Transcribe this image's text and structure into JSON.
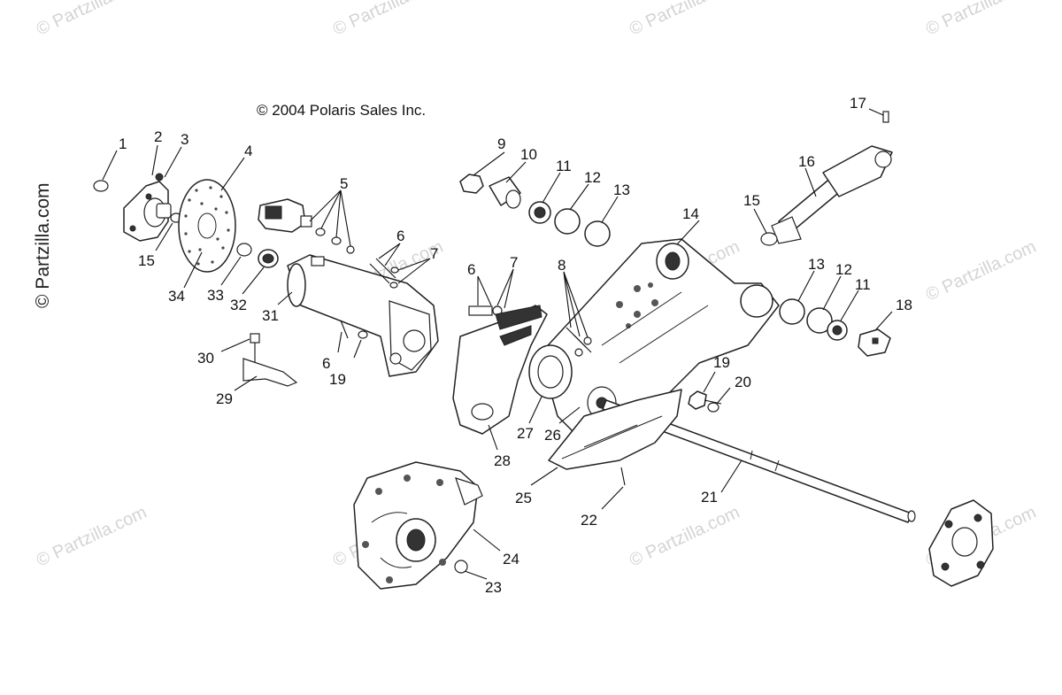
{
  "copyright": "© 2004 Polaris Sales Inc.",
  "watermark": "© Partzilla.com",
  "callouts": {
    "c1": "1",
    "c2": "2",
    "c3": "3",
    "c4": "4",
    "c5": "5",
    "c6a": "6",
    "c7a": "7",
    "c6b": "6",
    "c7b": "7",
    "c8": "8",
    "c9": "9",
    "c10": "10",
    "c11a": "11",
    "c12a": "12",
    "c13a": "13",
    "c14": "14",
    "c15a": "15",
    "c16": "16",
    "c17": "17",
    "c13b": "13",
    "c12b": "12",
    "c11b": "11",
    "c18": "18",
    "c15b": "15",
    "c34": "34",
    "c33": "33",
    "c32": "32",
    "c31": "31",
    "c30": "30",
    "c29": "29",
    "c6c": "6",
    "c19a": "19",
    "c28": "28",
    "c27": "27",
    "c26": "26",
    "c19b": "19",
    "c20": "20",
    "c25": "25",
    "c22": "22",
    "c21": "21",
    "c24": "24",
    "c23": "23"
  }
}
